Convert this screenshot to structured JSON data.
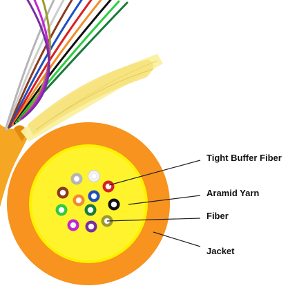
{
  "callouts": {
    "tight_buffer": "Tight Buffer Fiber",
    "aramid": "Aramid Yarn",
    "fiber": "Fiber",
    "jacket": "Jacket"
  },
  "colors": {
    "jacket": "#f7931e",
    "aramid_yarn": "#fff200",
    "leader_lines": "#222222"
  },
  "fibers": [
    {
      "name": "fiber-grey",
      "color": "#b5b5b5"
    },
    {
      "name": "fiber-white",
      "color": "#f2f2f2"
    },
    {
      "name": "fiber-brown",
      "color": "#8b3a1e"
    },
    {
      "name": "fiber-blue",
      "color": "#1f4fbf"
    },
    {
      "name": "fiber-red",
      "color": "#d92020"
    },
    {
      "name": "fiber-orange",
      "color": "#f28c28"
    },
    {
      "name": "fiber-black",
      "color": "#111111"
    },
    {
      "name": "fiber-green",
      "color": "#2ecc40"
    },
    {
      "name": "fiber-teal",
      "color": "#1a7a3a"
    },
    {
      "name": "fiber-olive",
      "color": "#9a9a30"
    },
    {
      "name": "fiber-violet",
      "color": "#c026d3"
    },
    {
      "name": "fiber-purple",
      "color": "#7b2d9e"
    }
  ]
}
